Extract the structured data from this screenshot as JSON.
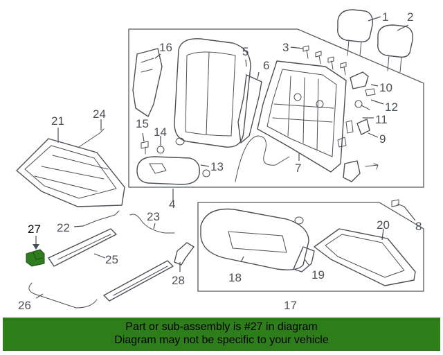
{
  "diagram": {
    "callouts": {
      "c1": "1",
      "c2": "2",
      "c3": "3",
      "c4": "4",
      "c5": "5",
      "c6": "6",
      "c7": "7",
      "c8": "8",
      "c9": "9",
      "c10": "10",
      "c11": "11",
      "c12": "12",
      "c13": "13",
      "c14": "14",
      "c15": "15",
      "c16": "16",
      "c17": "17",
      "c18": "18",
      "c19": "19",
      "c20": "20",
      "c21": "21",
      "c22": "22",
      "c23": "23",
      "c24": "24",
      "c25": "25",
      "c26": "26",
      "c27": "27",
      "c28": "28"
    },
    "highlight_part": "27",
    "colors": {
      "highlight": "#2f7d1f",
      "banner": "#2e7d1b",
      "line": "#4a4f55"
    }
  },
  "banner": {
    "line1": "Part or sub-assembly is #27 in diagram",
    "line2": "Diagram may not be specific to your vehicle"
  }
}
